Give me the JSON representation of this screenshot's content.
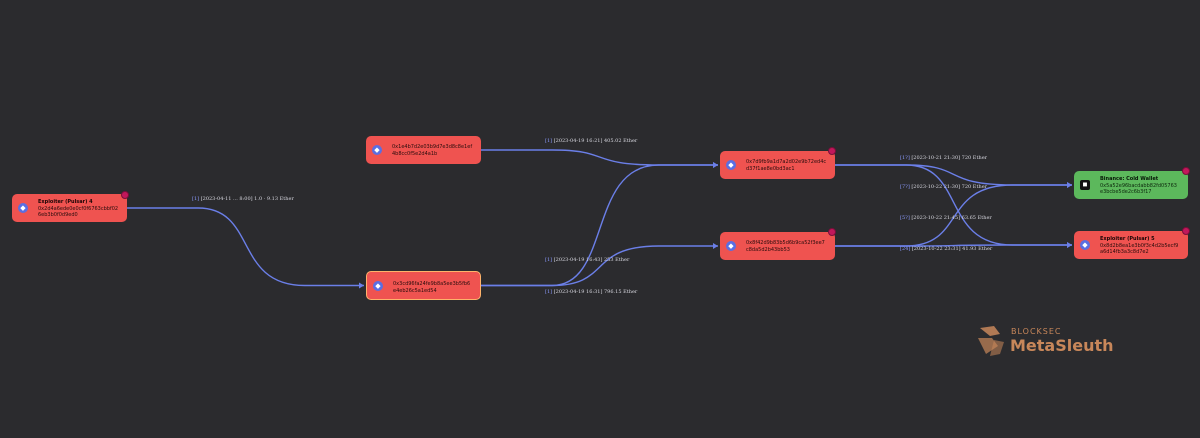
{
  "nodes": [
    {
      "id": "n1",
      "title": "Exploiter (Pulsar) 4",
      "addr": "0x2d4a6ede0e0cf0f6763cbbf026eb3b0f0d9ed0",
      "color": "red",
      "selected": false
    },
    {
      "id": "n2",
      "title": "",
      "addr": "0x1e4b7d2e03b9d7e3d8c8e1ef4b8cc0f5e2d4a1b",
      "color": "red",
      "selected": false
    },
    {
      "id": "n3",
      "title": "",
      "addr": "0x3cd96fa24fe9b8a5ee3b5fb6e4eb26c5a1ed54",
      "color": "red",
      "selected": true
    },
    {
      "id": "n4",
      "title": "",
      "addr": "0x7d9fb9a1d7a2d02e9b72ed4cd37f1ae8e0bd3ac1",
      "color": "red",
      "selected": false
    },
    {
      "id": "n5",
      "title": "",
      "addr": "0x8f42d9b83b5d6b9ca52f3ee7c8da5d2b43bb53",
      "color": "red",
      "selected": false
    },
    {
      "id": "n6",
      "title": "Binance: Cold Wallet",
      "addr": "0x5a52e96bacdabb82fd05763e3bcbe5de2c6b3f17",
      "color": "green",
      "selected": false
    },
    {
      "id": "n7",
      "title": "Exploiter (Pulsar) 5",
      "addr": "0x8d2b8ea1e3b0f3c4d2b5ecf9a6d14fb3a3c8d7e2",
      "color": "red",
      "selected": false
    }
  ],
  "edges": [
    {
      "from": "n1",
      "to": "n3",
      "index": "[1]",
      "label": "[2023-04-11 ... 8:00] 1.0 · 9.13 Ether"
    },
    {
      "from": "n2",
      "to": "n4",
      "index": "[1]",
      "label": "[2023-04-19 16:21] 405.02 Ether"
    },
    {
      "from": "n3",
      "to": "n4",
      "index": "[1]",
      "label": "[2023-04-19 16:43] 253 Ether"
    },
    {
      "from": "n3",
      "to": "n5",
      "index": "[1]",
      "label": "[2023-04-19 16:31] 796.15 Ether"
    },
    {
      "from": "n5",
      "to": "n6",
      "index": "[1?]",
      "label": "[2023-10-21 21:30] 720 Ether"
    },
    {
      "from": "n4",
      "to": "n6",
      "index": "[7?]",
      "label": "[2023-10-22 21:30] 720 Ether"
    },
    {
      "from": "n5",
      "to": "n7",
      "index": "[5?]",
      "label": "[2023-10-22 21:45] 63.65 Ether"
    },
    {
      "from": "n4",
      "to": "n7",
      "index": "[24]",
      "label": "[2023-10-22 23:31] 41.93 Ether"
    }
  ],
  "logo": {
    "small": "BLOCKSEC",
    "big": "MetaSleuth"
  },
  "colors": {
    "background": "#2b2b2e",
    "edge": "#6b7fe8",
    "node_red": "#ef5350",
    "node_green": "#5cb85c",
    "marker": "#c2185b",
    "brand": "#c8875a"
  }
}
